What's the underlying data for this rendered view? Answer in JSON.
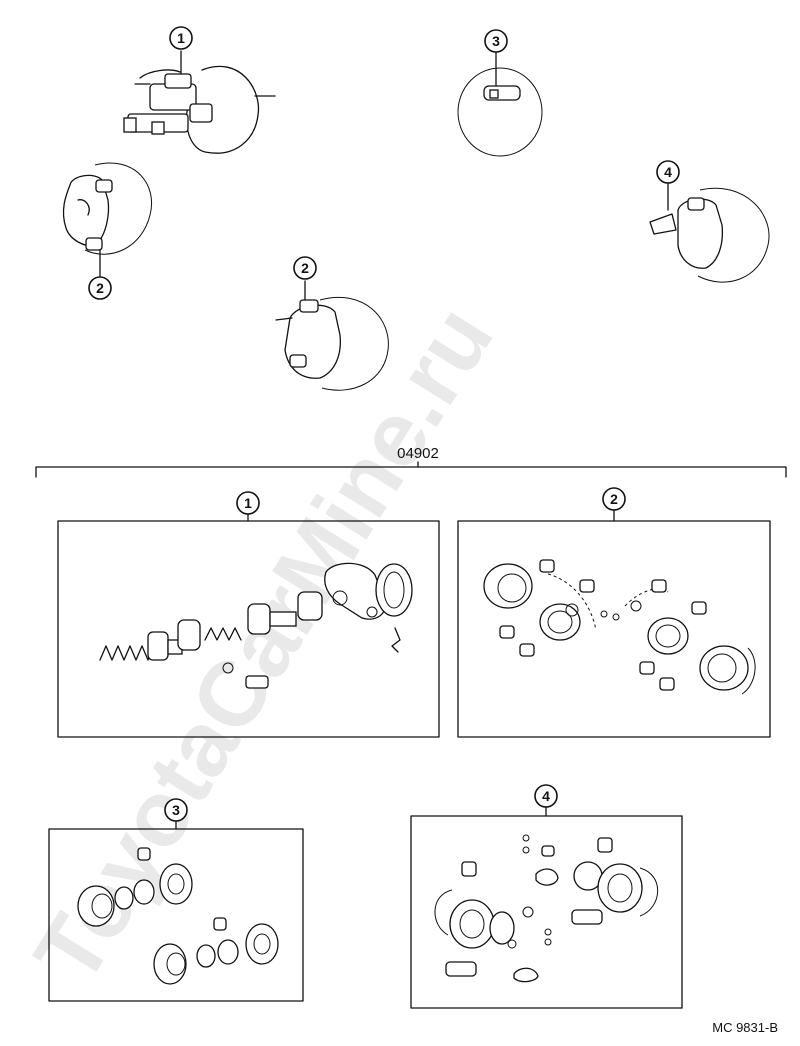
{
  "watermark": "ToyotaCarMine.ru",
  "kit_part_number": "04902",
  "drawing_code": "MC 9831-B",
  "callouts": {
    "master_cylinder": "1",
    "front_caliper_left": "2",
    "front_caliper_center": "2",
    "wheel_cylinder": "3",
    "rear_caliper": "4",
    "kit_box_1": "1",
    "kit_box_2": "2",
    "kit_box_3": "3",
    "kit_box_4": "4"
  }
}
